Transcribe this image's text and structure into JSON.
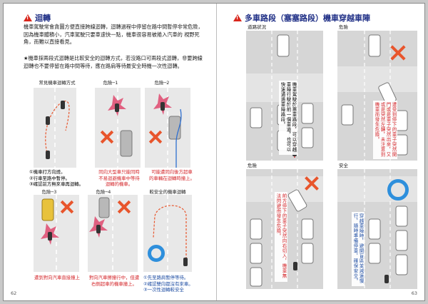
{
  "left_page": {
    "title": "迴轉",
    "paragraph_1": "機車駕駛常會貪圖方便直接跨線迴轉，迴轉過程中停留在路中間暫停非常危險，因為機車體積小，汽車駕駛只要車速快一點，機車很容易被捲入汽車的 視野死角，而難以直接看見。",
    "paragraph_2": "★機車採兩段式迴轉是比較安全的迴轉方式，若沒路口可兩段式迴轉，非要跨線迴轉也不要停留在路中間等待，應在路肩等待最安全時機一次性迴轉。",
    "scenes": [
      {
        "label": "常見機車迴轉方式",
        "notes": [
          "①機車打方向燈。",
          "②行車至路中暫停。",
          "③確認前方無來車再迴轉。"
        ]
      },
      {
        "label": "危險─1",
        "notes": [
          "同向大型車只能同時",
          "不易迴避機車中等待",
          "迴轉的機車。"
        ]
      },
      {
        "label": "危險─2",
        "notes": [
          "可能遭同向後方超車",
          "的車輛在迴轉時撞上。"
        ]
      },
      {
        "label": "危險─3",
        "notes": [
          "遭到對向汽車直接撞上"
        ]
      },
      {
        "label": "危險─4",
        "notes": [
          "對向汽車擦撞行中，但遭",
          "右側超車的機車撞上。"
        ]
      },
      {
        "label": "較安全的機車迴轉",
        "notes": [
          "①先至路肩暫停等待。",
          "②確認雙向都沒有來車。",
          "③一次性迴轉較安全"
        ]
      }
    ],
    "page_number": "62"
  },
  "right_page": {
    "title": "多車路段（塞塞路段）機車穿越車陣",
    "scenes": [
      {
        "label": "道路狀況",
        "note": "機車駕駛於塞車路段，可以穿越車陣行駛於前一個車道，也可以快速通過車陣路段。"
      },
      {
        "label": "危險",
        "note": "遭受到停下的車子突然開門或是車子突然出來，又或是突然左轉，未注意到機車而發生危險。"
      },
      {
        "label": "危險",
        "note": "前方停下的車子突然向右切入，機車無法閃避而發生危險。"
      },
      {
        "label": "安全",
        "note": "穿越車陣時，避開盲區並減速慢行，隨時準備停車，確保安全。"
      }
    ],
    "page_number": "63"
  },
  "colors": {
    "heading": "#1f2f86",
    "danger": "#d4262a",
    "safe": "#2e8fdc",
    "cross": "#e8552c"
  }
}
